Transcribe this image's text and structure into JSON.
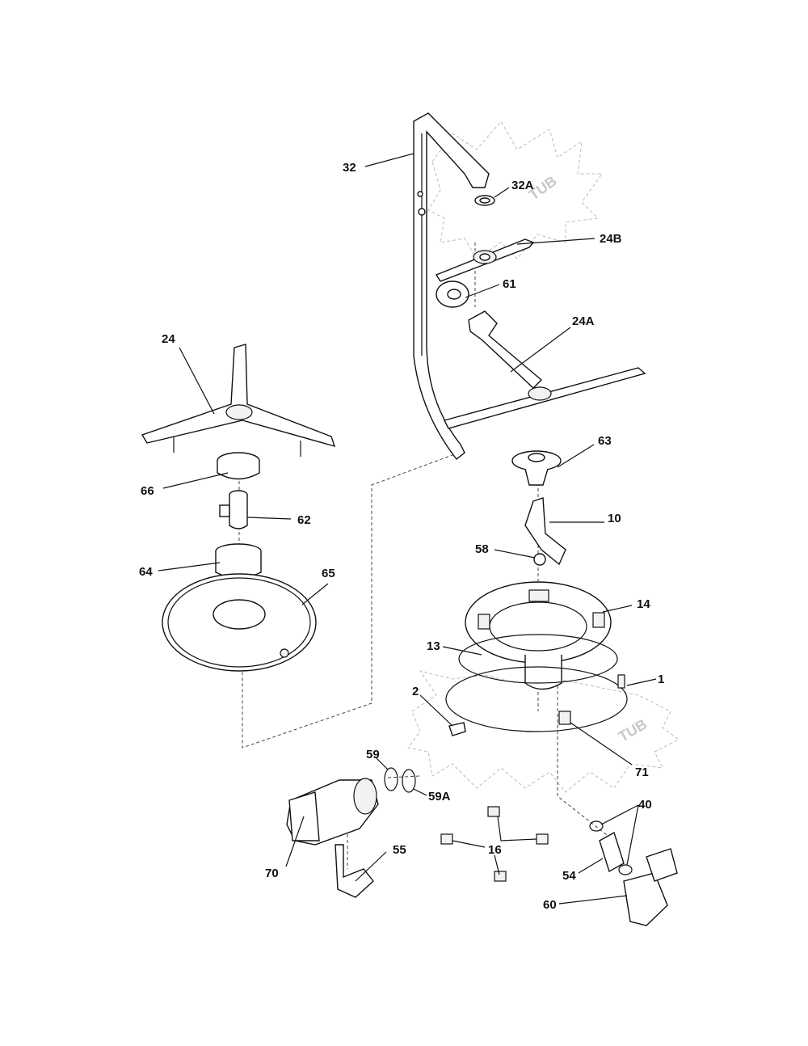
{
  "tub_text": "TUB",
  "labels": {
    "l1": "1",
    "l2": "2",
    "l10": "10",
    "l13": "13",
    "l14": "14",
    "l16": "16",
    "l24": "24",
    "l24a": "24A",
    "l24b": "24B",
    "l32": "32",
    "l32a": "32A",
    "l40": "40",
    "l54": "54",
    "l55": "55",
    "l58": "58",
    "l59": "59",
    "l59a": "59A",
    "l60": "60",
    "l61": "61",
    "l62": "62",
    "l63": "63",
    "l64": "64",
    "l65": "65",
    "l66": "66",
    "l70": "70",
    "l71": "71"
  }
}
